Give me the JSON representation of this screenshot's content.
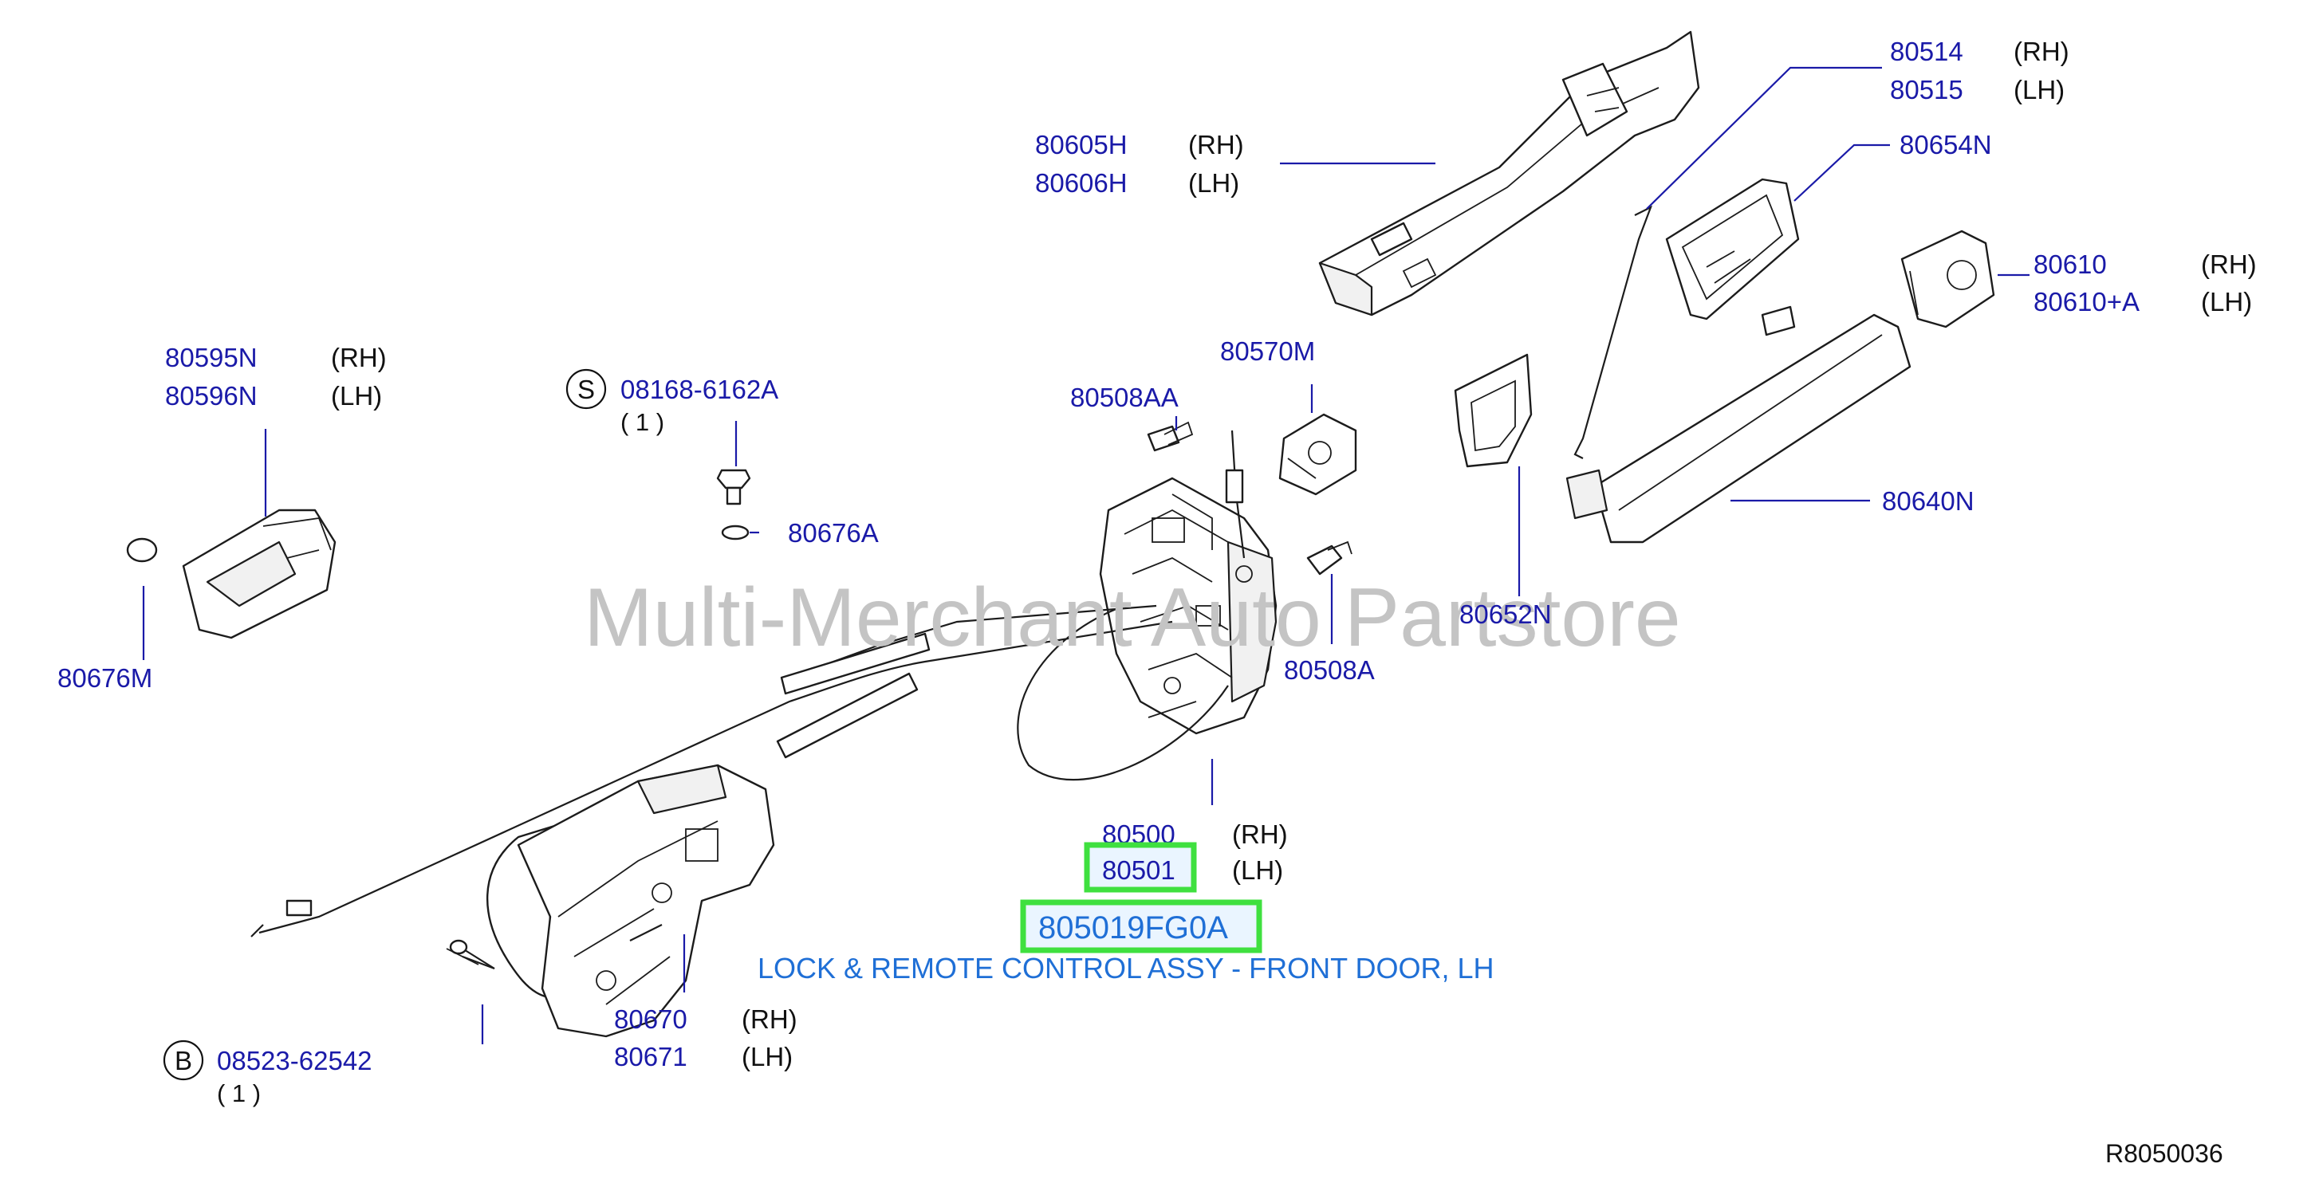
{
  "watermark": "Multi-Merchant Auto Partstore",
  "reference": "R8050036",
  "labels": {
    "p80514": "80514",
    "p80514_side": "(RH)",
    "p80515": "80515",
    "p80515_side": "(LH)",
    "p80605H": "80605H",
    "p80605H_side": "(RH)",
    "p80606H": "80606H",
    "p80606H_side": "(LH)",
    "p80654N": "80654N",
    "p80610": "80610",
    "p80610_side": "(RH)",
    "p80610A": "80610+A",
    "p80610A_side": "(LH)",
    "p80570M": "80570M",
    "p80508AA": "80508AA",
    "p80595N": "80595N",
    "p80595N_side": "(RH)",
    "p80596N": "80596N",
    "p80596N_side": "(LH)",
    "s_symbol": "S",
    "p08168": "08168-6162A",
    "p08168_qty": "( 1 )",
    "p80676A": "80676A",
    "p80676M": "80676M",
    "p80652N": "80652N",
    "p80640N": "80640N",
    "p80508A": "80508A",
    "p80500": "80500",
    "p80500_side": "(RH)",
    "p80501": "80501",
    "p80501_side": "(LH)",
    "p80670": "80670",
    "p80670_side": "(RH)",
    "p80671": "80671",
    "p80671_side": "(LH)",
    "b_symbol": "B",
    "p08523": "08523-62542",
    "p08523_qty": "( 1 )"
  },
  "highlight": {
    "part_number": "805019FG0A",
    "description": "LOCK & REMOTE CONTROL ASSY - FRONT DOOR, LH"
  },
  "colors": {
    "label_blue": "#1a1aa8",
    "highlight_text": "#1f6fd6",
    "highlight_border": "#3fe03f",
    "watermark": "#c4c4c4"
  }
}
